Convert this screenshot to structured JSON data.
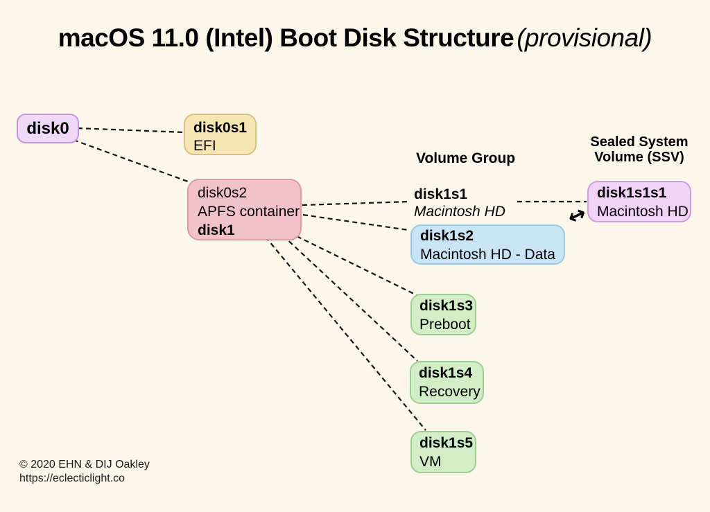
{
  "title": {
    "main": "macOS 11.0 (Intel) Boot Disk Structure",
    "suffix": "(provisional)"
  },
  "headings": {
    "volume_group": "Volume Group",
    "ssv_line1": "Sealed System",
    "ssv_line2": "Volume (SSV)"
  },
  "nodes": {
    "disk0": {
      "name": "disk0"
    },
    "disk0s1": {
      "name": "disk0s1",
      "desc": "EFI"
    },
    "apfs": {
      "line1": "disk0s2",
      "line2": "APFS container",
      "line3": "disk1"
    },
    "disk1s1": {
      "name": "disk1s1",
      "desc": "Macintosh HD"
    },
    "disk1s1s1": {
      "name": "disk1s1s1",
      "desc": "Macintosh HD"
    },
    "disk1s2": {
      "name": "disk1s2",
      "desc": "Macintosh HD - Data"
    },
    "disk1s3": {
      "name": "disk1s3",
      "desc": "Preboot"
    },
    "disk1s4": {
      "name": "disk1s4",
      "desc": "Recovery"
    },
    "disk1s5": {
      "name": "disk1s5",
      "desc": "VM"
    }
  },
  "icons": {
    "sync_arrow": "↔"
  },
  "footer": {
    "copyright": "© 2020 EHN & DIJ Oakley",
    "url": "https://eclecticlight.co"
  },
  "colors": {
    "background": "#FBF8EB",
    "line": "#141414",
    "text": "#000000",
    "purple_fill": "#EFD9F8",
    "purple_border": "#C795D9",
    "yellow_fill": "#F7E5B4",
    "yellow_border": "#D8C084",
    "pink_fill": "#F1C2C8",
    "pink_border": "#DB9CA3",
    "blue_fill": "#C9E4F5",
    "blue_border": "#9CC8E1",
    "magenta_fill": "#F0D3F7",
    "magenta_border": "#D09DDC",
    "green_fill": "#D2EEC7",
    "green_border": "#9FCD94"
  }
}
